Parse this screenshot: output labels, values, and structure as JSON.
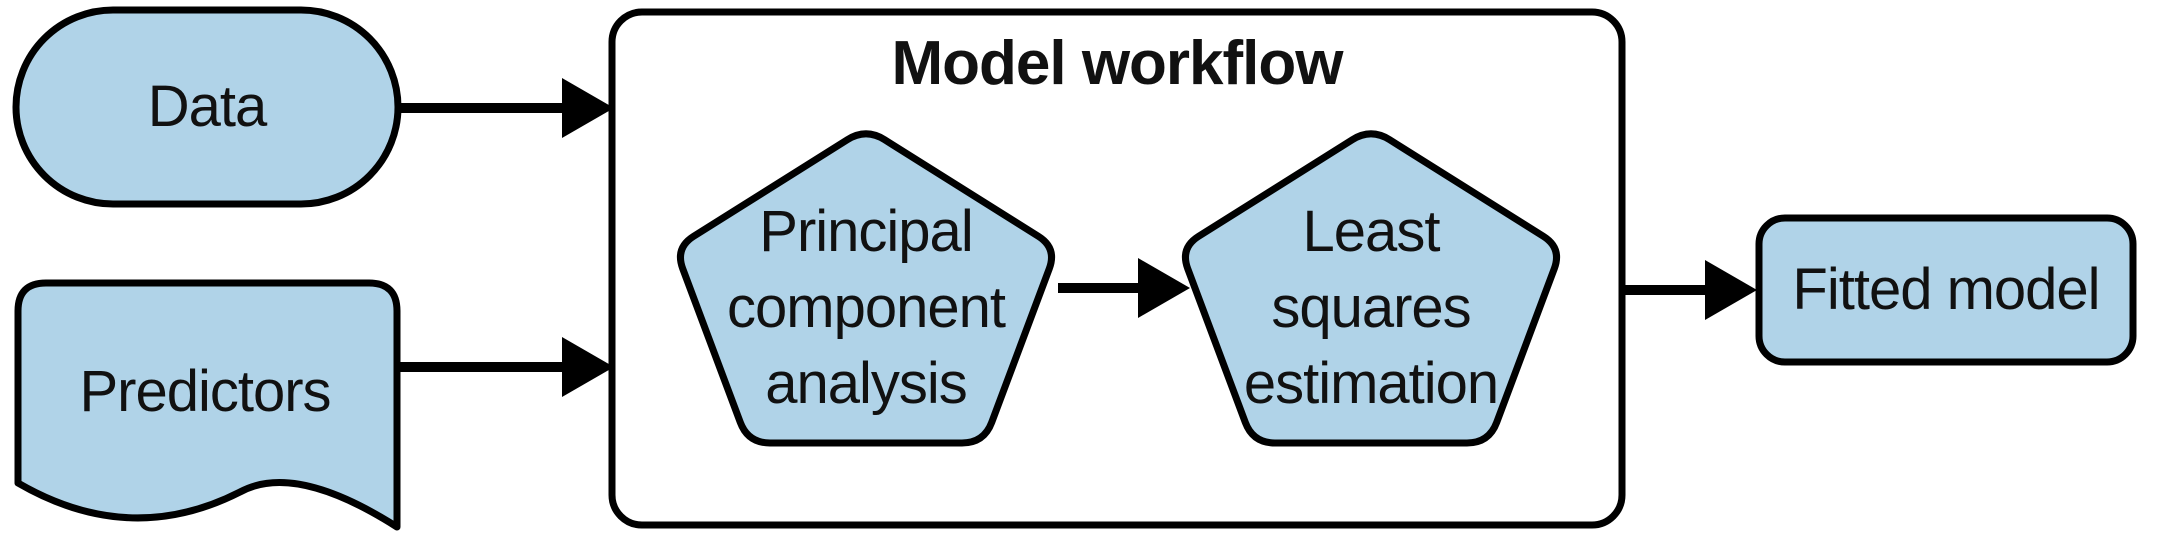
{
  "colors": {
    "node_fill": "#b0d3e8",
    "outline": "#000000",
    "container_fill": "#ffffff",
    "text": "#111111"
  },
  "diagram": {
    "container": {
      "title": "Model workflow"
    },
    "nodes": {
      "data": {
        "label": "Data",
        "shape": "stadium"
      },
      "predictors": {
        "label": "Predictors",
        "shape": "document"
      },
      "pca": {
        "shape": "pentagon",
        "lines": [
          "Principal",
          "component",
          "analysis"
        ]
      },
      "lse": {
        "shape": "pentagon",
        "lines": [
          "Least",
          "squares",
          "estimation"
        ]
      },
      "fitted": {
        "label": "Fitted model",
        "shape": "rounded-rectangle"
      }
    },
    "edges": [
      {
        "from": "data",
        "to": "model-workflow"
      },
      {
        "from": "predictors",
        "to": "model-workflow"
      },
      {
        "from": "pca",
        "to": "lse"
      },
      {
        "from": "model-workflow",
        "to": "fitted"
      }
    ]
  }
}
